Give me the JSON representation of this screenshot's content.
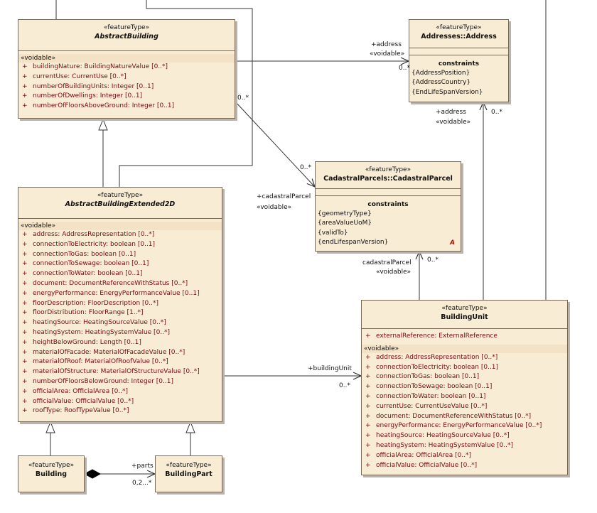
{
  "stereotype": "«featureType»",
  "voidable": "«voidable»",
  "constraints_title": "constraints",
  "plus": "+",
  "abstract_building": {
    "name": "AbstractBuilding",
    "attributes": [
      "buildingNature:  BuildingNatureValue [0..*]",
      "currentUse:  CurrentUse [0..*]",
      "numberOfBuildingUnits:  Integer [0..1]",
      "numberOfDwellings:  Integer [0..1]",
      "numberOfFloorsAboveGround:  Integer [0..1]"
    ]
  },
  "address": {
    "name": "Addresses::Address",
    "constraints": [
      "{AddressPosition}",
      "{AddressCountry}",
      "{EndLifeSpanVersion}"
    ]
  },
  "cadastral_parcel": {
    "name": "CadastralParcels::CadastralParcel",
    "constraints": [
      "{geometryType}",
      "{areaValueUoM}",
      "{validTo}",
      "{endLifespanVersion}"
    ],
    "mark": "A"
  },
  "abstract_building_2d": {
    "name": "AbstractBuildingExtended2D",
    "attributes": [
      "address:  AddressRepresentation [0..*]",
      "connectionToElectricity:  boolean [0..1]",
      "connectionToGas:  boolean [0..1]",
      "connectionToSewage:  boolean [0..1]",
      "connectionToWater:  boolean [0..1]",
      "document:  DocumentReferenceWithStatus [0..*]",
      "energyPerformance:  EnergyPerformanceValue [0..1]",
      "floorDescription:  FloorDescription [0..*]",
      "floorDistribution:  FloorRange [1..*]",
      "heatingSource:  HeatingSourceValue [0..*]",
      "heatingSystem:  HeatingSystemValue [0..*]",
      "heightBelowGround:  Length [0..1]",
      "materialOfFacade:  MaterialOfFacadeValue [0..*]",
      "materialOfRoof:  MaterialOfRoofValue [0..*]",
      "materialOfStructure:  MaterialOfStructureValue [0..*]",
      "numberOfFloorsBelowGround:  Integer [0..1]",
      "officialArea:  OfficialArea [0..*]",
      "officialValue:  OfficialValue [0..*]",
      "roofType:  RoofTypeValue [0..*]"
    ]
  },
  "building_unit": {
    "name": "BuildingUnit",
    "top_attribute": "externalReference:  ExternalReference",
    "attributes": [
      "address:  AddressRepresentation [0..*]",
      "connectionToElectricity:  boolean [0..1]",
      "connectionToGas:  boolean [0..1]",
      "connectionToSewage:  boolean [0..1]",
      "connectionToWater:  boolean [0..1]",
      "currentUse:  CurrentUseValue [0..*]",
      "document:  DocumentReferenceWithStatus [0..*]",
      "energyPerformance:  EnergyPerformanceValue [0..*]",
      "heatingSource:  HeatingSourceValue [0..*]",
      "heatingSystem:  HeatingSystemValue [0..*]",
      "officialArea:  OfficialArea [0..*]",
      "officialValue:  OfficialValue [0..*]"
    ]
  },
  "building": {
    "name": "Building"
  },
  "building_part": {
    "name": "BuildingPart"
  },
  "labels": {
    "address_role": "+address",
    "voidable": "«voidable»",
    "mult_0_star": "0..*",
    "cadastral_role": "+cadastralParcel",
    "cadastral_role_short": "cadastralParcel",
    "building_unit_role": "+buildingUnit",
    "parts_role": "+parts",
    "parts_mult": "0,2...*"
  }
}
